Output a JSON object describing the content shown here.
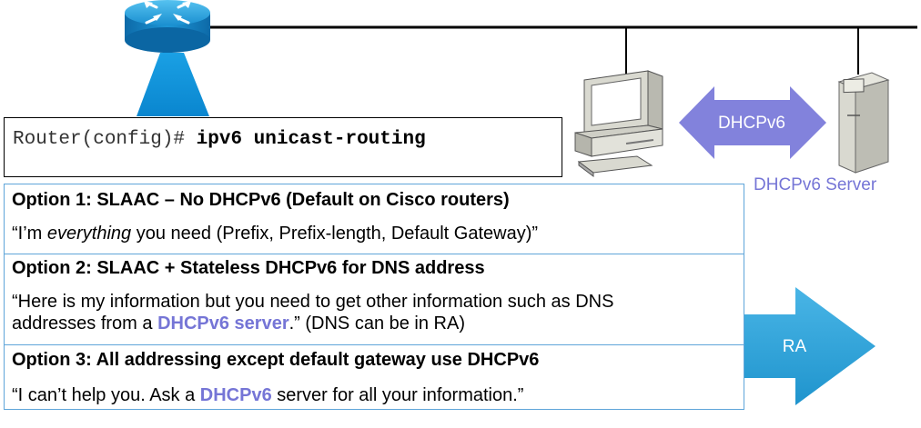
{
  "cli": {
    "prompt": "Router(config)#",
    "command": "ipv6 unicast-routing"
  },
  "dhcp_arrow_label": "DHCPv6",
  "server_label": "DHCPv6 Server",
  "ra_label": "RA",
  "options": [
    {
      "title": "Option 1: SLAAC – No DHCPv6 (Default on Cisco routers)",
      "quote_pre": "“I’m ",
      "quote_em": "everything",
      "quote_post": " you need (Prefix, Prefix-length, Default Gateway)”"
    },
    {
      "title": "Option 2: SLAAC + Stateless DHCPv6 for DNS address",
      "line1": "“Here is my information but you need to get other information such as DNS",
      "line2_pre": "addresses from a ",
      "line2_hl": "DHCPv6 server",
      "line2_post": ".” (DNS can be in RA)"
    },
    {
      "title": "Option 3: All addressing except default gateway use DHCPv6",
      "quote_pre": "“I can’t help you. Ask a ",
      "quote_hl": "DHCPv6",
      "quote_post": " server for all your information.”"
    }
  ],
  "colors": {
    "router_blue": "#1ea0e0",
    "arrow_purple": "#8080dd",
    "ra_blue": "#2ea3d8",
    "highlight": "#7575d6",
    "border_blue": "#5fa5d9"
  }
}
